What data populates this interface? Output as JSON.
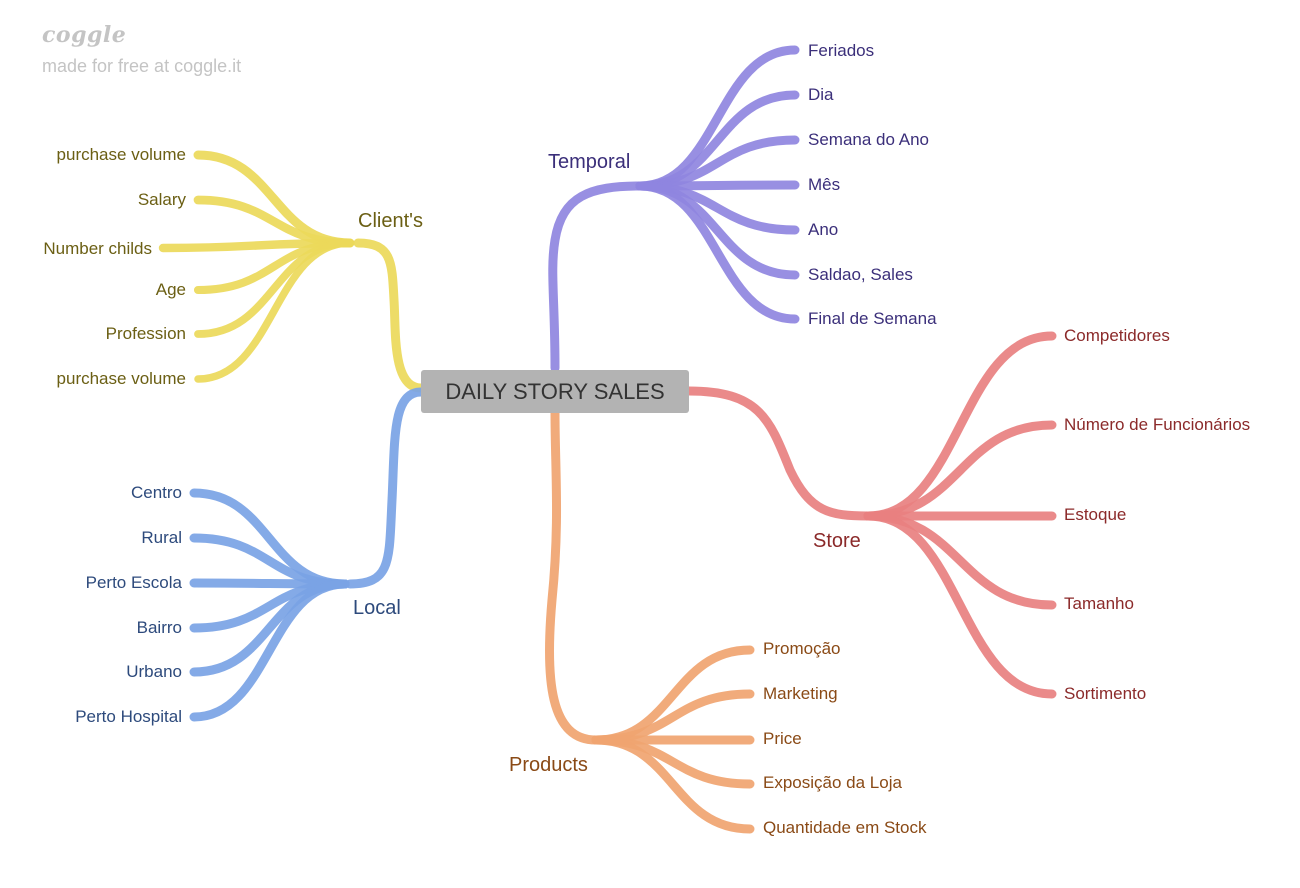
{
  "brand": {
    "logo": "coggle",
    "tagline": "made for free at coggle.it"
  },
  "central": {
    "label": "DAILY STORY SALES"
  },
  "colors": {
    "clients": "#ecd95a",
    "local": "#7aa3e5",
    "temporal": "#8f86e0",
    "store": "#e88080",
    "products": "#f0a470",
    "clients_text": "#6b5f14",
    "local_text": "#2d4a7c",
    "temporal_text": "#3b2f7a",
    "store_text": "#8b2a2a",
    "products_text": "#8a4a16"
  },
  "branches": {
    "clients": {
      "label": "Client's",
      "leaves": [
        "purchase volume",
        "Salary",
        "Number childs",
        "Age",
        "Profession",
        "purchase volume"
      ]
    },
    "local": {
      "label": "Local",
      "leaves": [
        "Centro",
        "Rural",
        "Perto Escola",
        "Bairro",
        "Urbano",
        "Perto Hospital"
      ]
    },
    "temporal": {
      "label": "Temporal",
      "leaves": [
        "Feriados",
        "Dia",
        "Semana do Ano",
        "Mês",
        "Ano",
        "Saldao, Sales",
        "Final de Semana"
      ]
    },
    "store": {
      "label": "Store",
      "leaves": [
        "Competidores",
        "Número de Funcionários",
        "Estoque",
        "Tamanho",
        "Sortimento"
      ]
    },
    "products": {
      "label": "Products",
      "leaves": [
        "Promoção",
        "Marketing",
        "Price",
        "Exposição da Loja",
        "Quantidade em Stock"
      ]
    }
  }
}
